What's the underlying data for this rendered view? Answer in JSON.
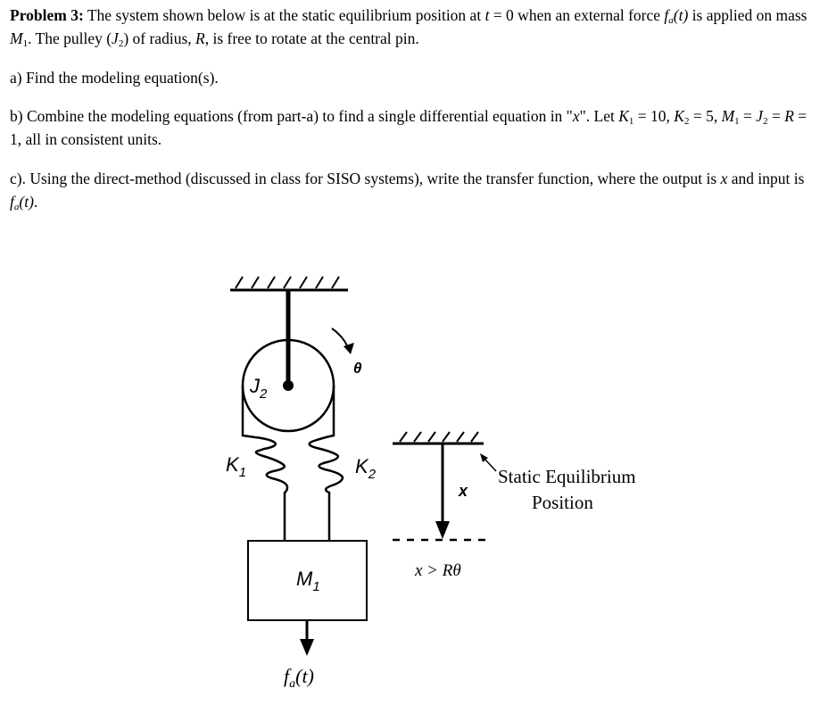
{
  "problem": {
    "title": "Problem 3:",
    "intro_1": " The system shown below is at the static equilibrium position at ",
    "t_symbol": "t",
    "intro_2": " = 0 when an external force ",
    "force_symbol": "f",
    "force_sub": "a",
    "force_arg": "(t)",
    "intro_3": " is applied on mass ",
    "mass_symbol": "M",
    "mass_sub": "1",
    "intro_4": ". The pulley (",
    "pulley_symbol": "J",
    "pulley_sub": "2",
    "intro_5": ") of radius, ",
    "radius_symbol": "R",
    "intro_6": ", is free to rotate at the central pin."
  },
  "part_a": {
    "text": "a) Find the modeling equation(s)."
  },
  "part_b": {
    "text_1": "b) Combine the modeling equations (from part-a) to find a single differential equation in \"",
    "x_symbol": "x",
    "text_2": "\". Let ",
    "k1_sym": "K",
    "k1_sub": "1",
    "k1_val": " = 10, ",
    "k2_sym": "K",
    "k2_sub": "2",
    "k2_val": " = 5, ",
    "m1_sym": "M",
    "m1_sub": "1",
    "eq1": " = ",
    "j2_sym": "J",
    "j2_sub": "2",
    "eq2": " = ",
    "r_sym": "R",
    "text_3": " = 1, all in consistent units."
  },
  "part_c": {
    "text_1": "c). Using the direct-method (discussed in class for SISO systems), write the transfer function, where the output is ",
    "x_symbol": "x",
    "text_2": " and input is ",
    "f_sym": "f",
    "f_sub": "a",
    "f_arg": "(t)",
    "text_3": "."
  },
  "diagram": {
    "pulley_label": "J",
    "pulley_label_sub": "2",
    "theta_label": "θ",
    "k1_label": "K",
    "k1_label_sub": "1",
    "k2_label": "K",
    "k2_label_sub": "2",
    "mass_label": "M",
    "mass_label_sub": "1",
    "x_label": "x",
    "equilibrium_label_line1": "Static Equilibrium",
    "equilibrium_label_line2": "Position",
    "relation_label": "x > Rθ",
    "force_label": "f",
    "force_label_sub": "a",
    "force_label_arg": "(t)"
  }
}
